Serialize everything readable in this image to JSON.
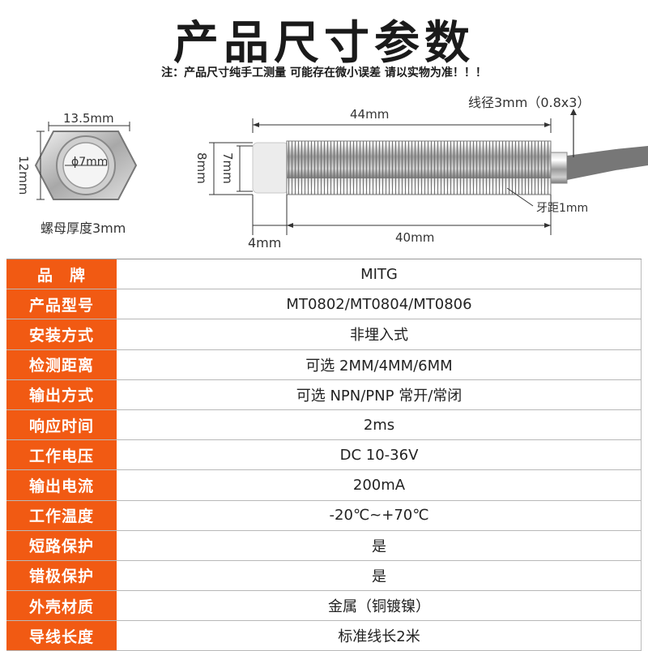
{
  "title": "产品尺寸参数",
  "note": "注：产品尺寸纯手工测量 可能存在微小误差 请以实物为准！！！",
  "dimensions": {
    "nut_width": "13.5mm",
    "nut_height": "12mm",
    "nut_inner": "ϕ7mm",
    "nut_thickness": "螺母厚度3mm",
    "total_length": "44mm",
    "wire": "线径3mm（0.8x3）",
    "outer_diameter": "8mm",
    "head_diameter": "7mm",
    "thread_pitch": "牙距1mm",
    "head_length": "4mm",
    "body_length": "40mm"
  },
  "colors": {
    "label_bg": "#f15a13",
    "label_text": "#ffffff"
  },
  "specs": [
    {
      "label": "品　牌",
      "value": "MITG"
    },
    {
      "label": "产品型号",
      "value": "MT0802/MT0804/MT0806"
    },
    {
      "label": "安装方式",
      "value": "非埋入式"
    },
    {
      "label": "检测距离",
      "value": "可选 2MM/4MM/6MM"
    },
    {
      "label": "输出方式",
      "value": "可选 NPN/PNP 常开/常闭"
    },
    {
      "label": "响应时间",
      "value": "2ms"
    },
    {
      "label": "工作电压",
      "value": "DC 10-36V"
    },
    {
      "label": "输出电流",
      "value": "200mA"
    },
    {
      "label": "工作温度",
      "value": "-20℃~+70℃"
    },
    {
      "label": "短路保护",
      "value": "是"
    },
    {
      "label": "错极保护",
      "value": "是"
    },
    {
      "label": "外壳材质",
      "value": "金属（铜镀镍）"
    },
    {
      "label": "导线长度",
      "value": "标准线长2米"
    }
  ]
}
